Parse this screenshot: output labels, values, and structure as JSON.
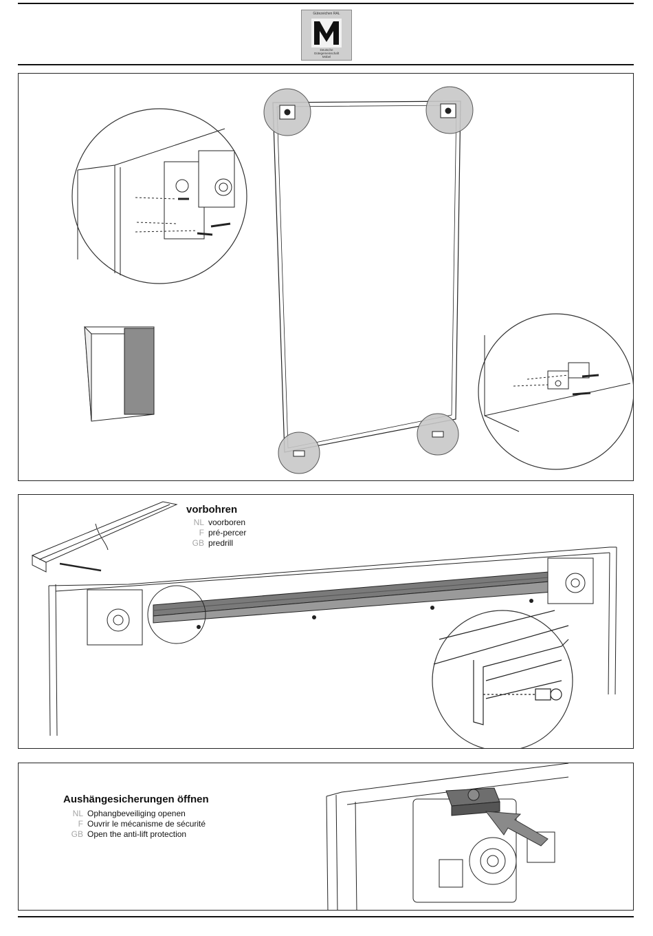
{
  "logo": {
    "top_text": "Gütezeichen RAL",
    "letter": "M",
    "bottom_lines": [
      "Deutsche",
      "Gütegemeinschaft",
      "Möbel"
    ],
    "side_text": "RAL"
  },
  "panels": {
    "one": {},
    "two": {
      "heading": "vorbohren",
      "translations": [
        {
          "code": "NL",
          "text": "voorboren"
        },
        {
          "code": "F",
          "text": "pré-percer"
        },
        {
          "code": "GB",
          "text": "predrill"
        }
      ]
    },
    "three": {
      "heading": "Aushängesicherungen öffnen",
      "translations": [
        {
          "code": "NL",
          "text": "Ophangbeveiliging openen"
        },
        {
          "code": "F",
          "text": "Ouvrir le mécanisme de sécurité"
        },
        {
          "code": "GB",
          "text": "Open the anti-lift protection"
        }
      ]
    }
  },
  "colors": {
    "circle_fill": "#c8c8c8",
    "profile_fill": "#7a7a7a",
    "arrow_fill": "#8a8a8a",
    "lang_code": "#a6a6a6",
    "line": "#222222"
  }
}
